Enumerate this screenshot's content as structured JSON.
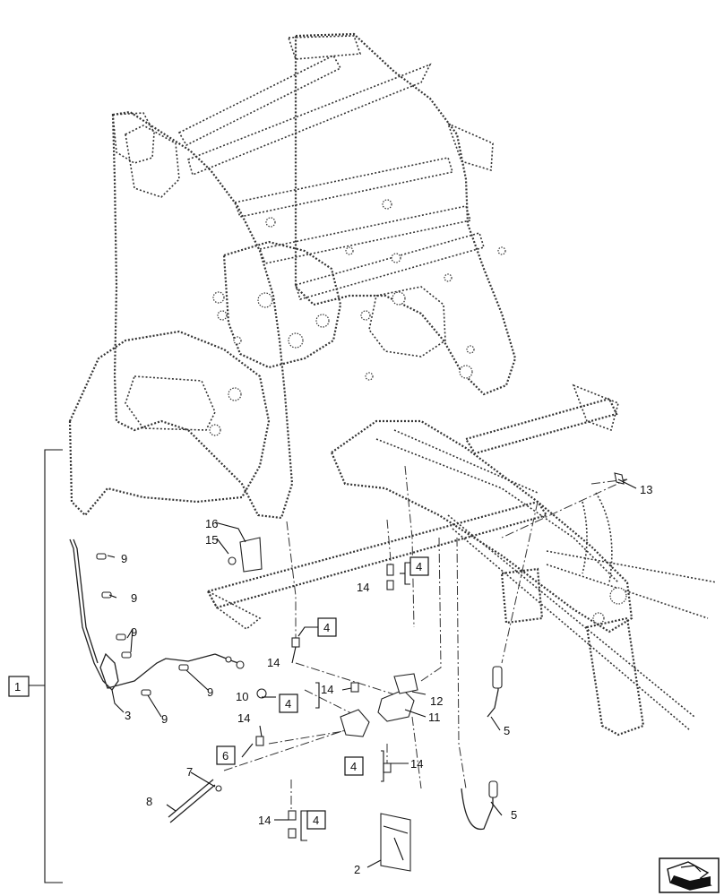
{
  "callouts": {
    "c1": "1",
    "c2": "2",
    "c3": "3",
    "c4a": "4",
    "c4b": "4",
    "c4c": "4",
    "c4d": "4",
    "c4e": "4",
    "c5a": "5",
    "c5b": "5",
    "c6": "6",
    "c7": "7",
    "c8": "8",
    "c9a": "9",
    "c9b": "9",
    "c9c": "9",
    "c9d": "9",
    "c9e": "9",
    "c10": "10",
    "c11": "11",
    "c12": "12",
    "c13": "13",
    "c14a": "14",
    "c14b": "14",
    "c14c": "14",
    "c14d": "14",
    "c14e": "14",
    "c14f": "14",
    "c15": "15",
    "c16": "16"
  },
  "icons": {
    "nav": "view-orientation-arrow-icon"
  }
}
